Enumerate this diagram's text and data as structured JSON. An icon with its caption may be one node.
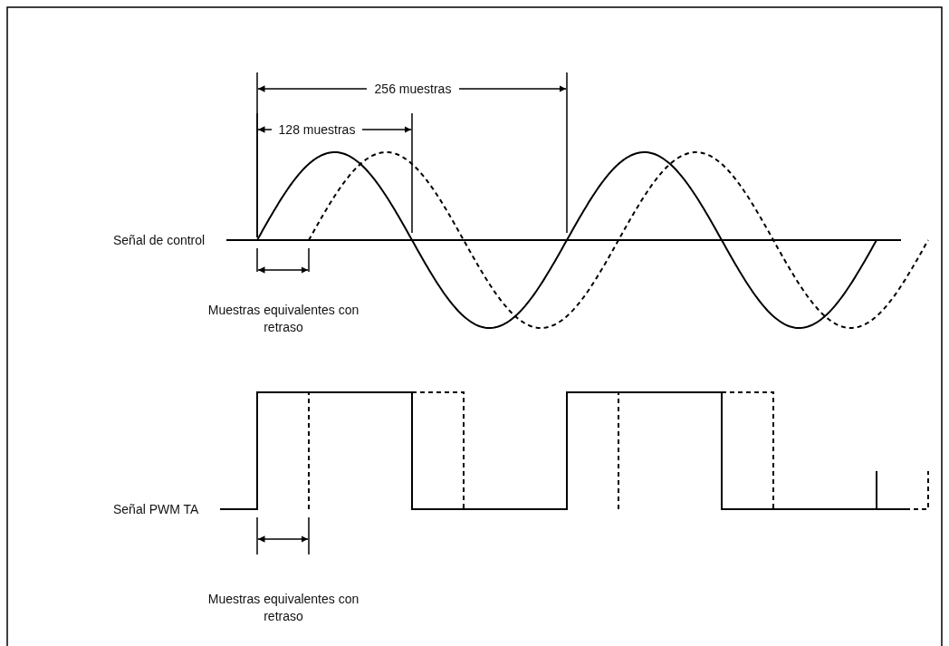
{
  "diagram": {
    "labels": [
      "256 muestras",
      "128 muestras",
      "Señal de control",
      "Muestras equivalentes con retraso",
      "Señal PWM TA",
      "Muestras equivalentes con retraso"
    ]
  }
}
